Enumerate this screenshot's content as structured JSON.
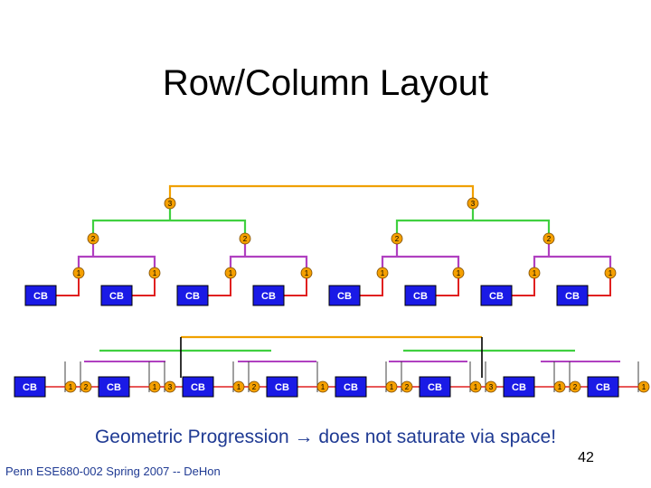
{
  "slide": {
    "title": "Row/Column Layout",
    "caption_left": "Geometric Progression",
    "caption_right": "does not saturate via space!",
    "footer": "Penn ESE680-002 Spring 2007 -- DeHon",
    "page_number": "42"
  },
  "colors": {
    "caption": "#1f3a93",
    "cb_fill": "#1a1ae6",
    "node_fill": "#f5a000",
    "wire_level3": "#f0a000",
    "wire_level2": "#40d040",
    "wire_level1": "#b040c0",
    "wire_leaf": "#e02020",
    "wire_bus": "#000000",
    "pin_line": "#404040"
  },
  "top_tree": {
    "leaf_label": "CB",
    "leaves": 8,
    "level3_labels": [
      "3",
      "3"
    ],
    "level2_labels": [
      "2",
      "2",
      "2",
      "2"
    ],
    "level1_labels": [
      "1",
      "1",
      "1",
      "1",
      "1",
      "1",
      "1",
      "1"
    ]
  },
  "bottom_row": {
    "items": [
      "CB",
      "1",
      "2",
      "CB",
      "1",
      "3",
      "CB",
      "1",
      "2",
      "CB",
      "1",
      "CB",
      "1",
      "2",
      "CB",
      "1",
      "3",
      "CB",
      "1",
      "2",
      "CB",
      "1"
    ]
  }
}
